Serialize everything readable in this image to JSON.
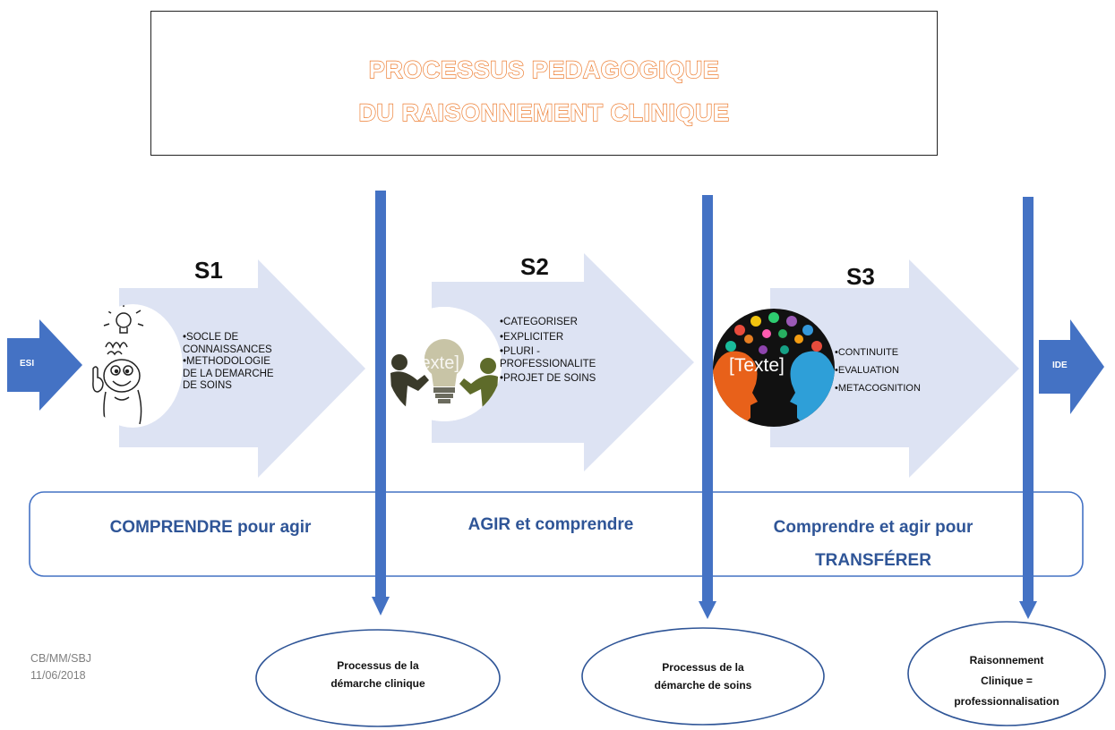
{
  "title": {
    "line1": "PROCESSUS PEDAGOGIQUE",
    "line2": "DU RAISONNEMENT CLINIQUE"
  },
  "start": {
    "label": "ESI"
  },
  "end": {
    "label": "IDE"
  },
  "stages": [
    {
      "label": "S1",
      "bullets": [
        "•SOCLE DE",
        "CONNAISSANCES",
        "•METHODOLOGIE",
        "DE LA DEMARCHE",
        "DE SOINS"
      ]
    },
    {
      "label": "S2",
      "image_text": "[Texte]",
      "bullets": [
        "•CATEGORISER",
        "•EXPLICITER",
        "•PLURI -",
        "PROFESSIONALITE",
        "•PROJET DE SOINS"
      ]
    },
    {
      "label": "S3",
      "image_text": "[Texte]",
      "bullets": [
        "•CONTINUITE",
        "•EVALUATION",
        "•METACOGNITION"
      ]
    }
  ],
  "phases": [
    {
      "text": "COMPRENDRE pour agir"
    },
    {
      "text": "AGIR et comprendre"
    },
    {
      "line1": "Comprendre et agir pour",
      "line2": "TRANSFÉRER"
    }
  ],
  "outcomes": [
    {
      "line1": "Processus de la",
      "line2": "démarche clinique"
    },
    {
      "line1": "Processus de la",
      "line2": "démarche de soins"
    },
    {
      "line1": "Raisonnement",
      "line2": "Clinique =",
      "line3": "professionnalisation"
    }
  ],
  "footer": {
    "line1": "CB/MM/SBJ",
    "line2": "11/06/2018"
  },
  "colors": {
    "title_stroke": "#ed7d31",
    "blue": "#4472c4",
    "chevron": "#dde3f3",
    "phase_text": "#2f5597"
  }
}
